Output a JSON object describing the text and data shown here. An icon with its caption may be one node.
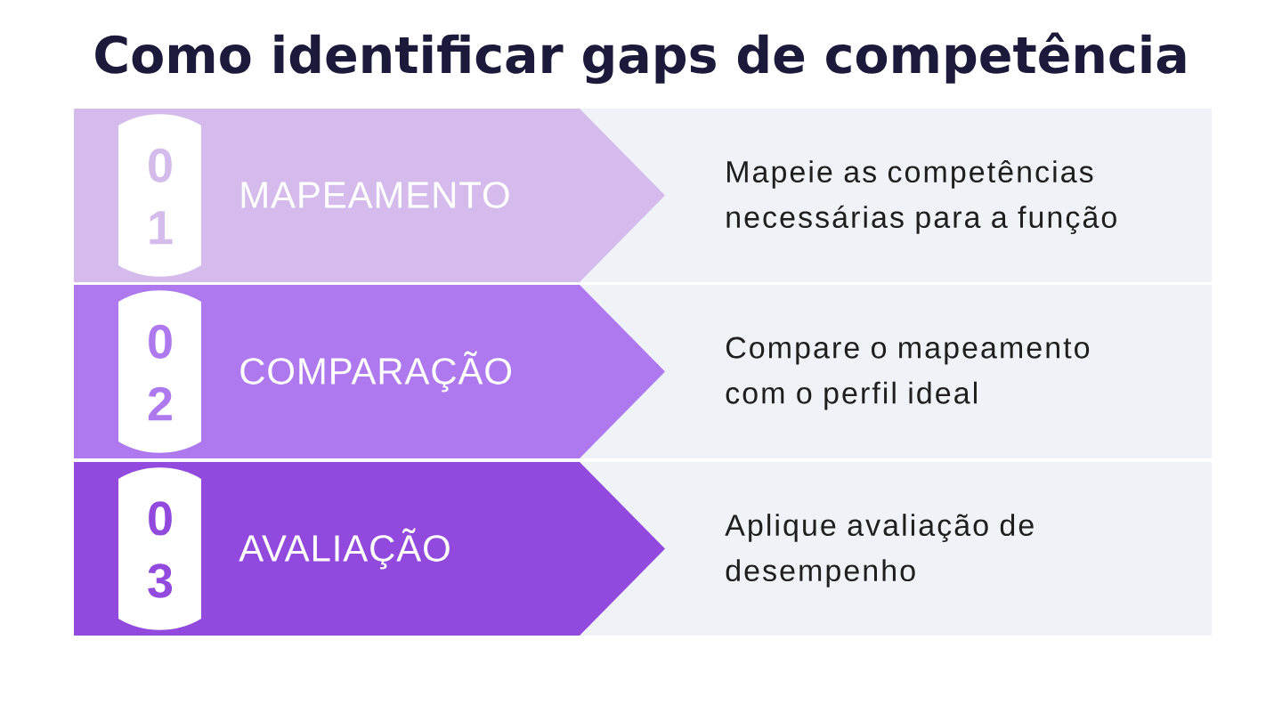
{
  "diagram": {
    "title": "Como identificar gaps de competência",
    "nodes": [
      {
        "text": [
          "MAPEAMENTO"
        ]
      },
      {
        "text": [
          "0 1"
        ],
        "in": 0
      },
      {
        "text": [
          "Mapeie as competências necessárias para a função"
        ]
      },
      {
        "text": [
          "COMPARAÇÃO"
        ]
      },
      {
        "text": [
          "0 2"
        ],
        "in": 3
      },
      {
        "text": [
          "Compare o mapeamento com o perfil ideal"
        ]
      },
      {
        "text": [
          "AVALIAÇÃO"
        ]
      },
      {
        "text": [
          "0 3"
        ],
        "in": 6
      },
      {
        "text": [
          "Aplique avaliação de desempenho"
        ]
      }
    ]
  }
}
